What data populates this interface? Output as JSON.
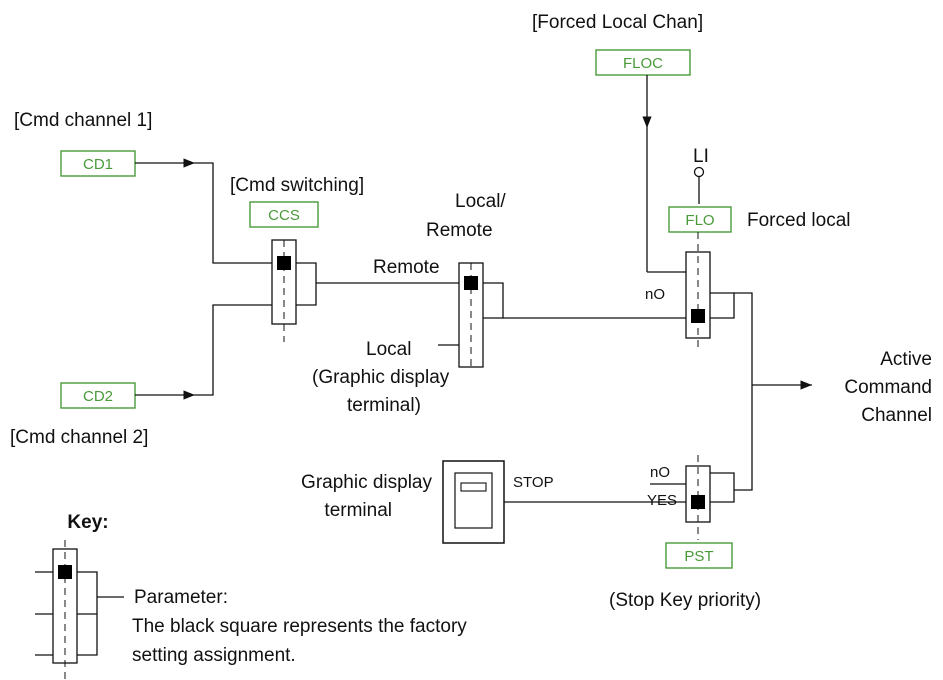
{
  "labels": {
    "forced_local_chan": "[Forced Local Chan]",
    "cmd_channel_1": "[Cmd channel 1]",
    "cmd_switching": "[Cmd switching]",
    "local_remote_1": "Local/",
    "local_remote_2": "Remote",
    "remote": "Remote",
    "local": "Local",
    "graphic_display_term_1": "(Graphic display",
    "graphic_display_term_2": "terminal)",
    "cmd_channel_2": "[Cmd channel 2]",
    "li": "LI",
    "forced_local": "Forced local",
    "no_top": "nO",
    "no_bottom": "nO",
    "yes": "YES",
    "stop": "STOP",
    "graphic_display_1": "Graphic display",
    "graphic_display_2": "terminal",
    "active_1": "Active",
    "active_2": "Command",
    "active_3": "Channel",
    "stop_key_priority": "(Stop Key priority)",
    "key_title": "Key:",
    "key_desc_1": "Parameter:",
    "key_desc_2": "The black square represents the factory",
    "key_desc_3": "setting assignment."
  },
  "parameters": {
    "floc": "FLOC",
    "cd1": "CD1",
    "ccs": "CCS",
    "cd2": "CD2",
    "flo": "FLO",
    "pst": "PST"
  },
  "colors": {
    "parameter_code": "#4a9a3a",
    "line": "#111111"
  }
}
